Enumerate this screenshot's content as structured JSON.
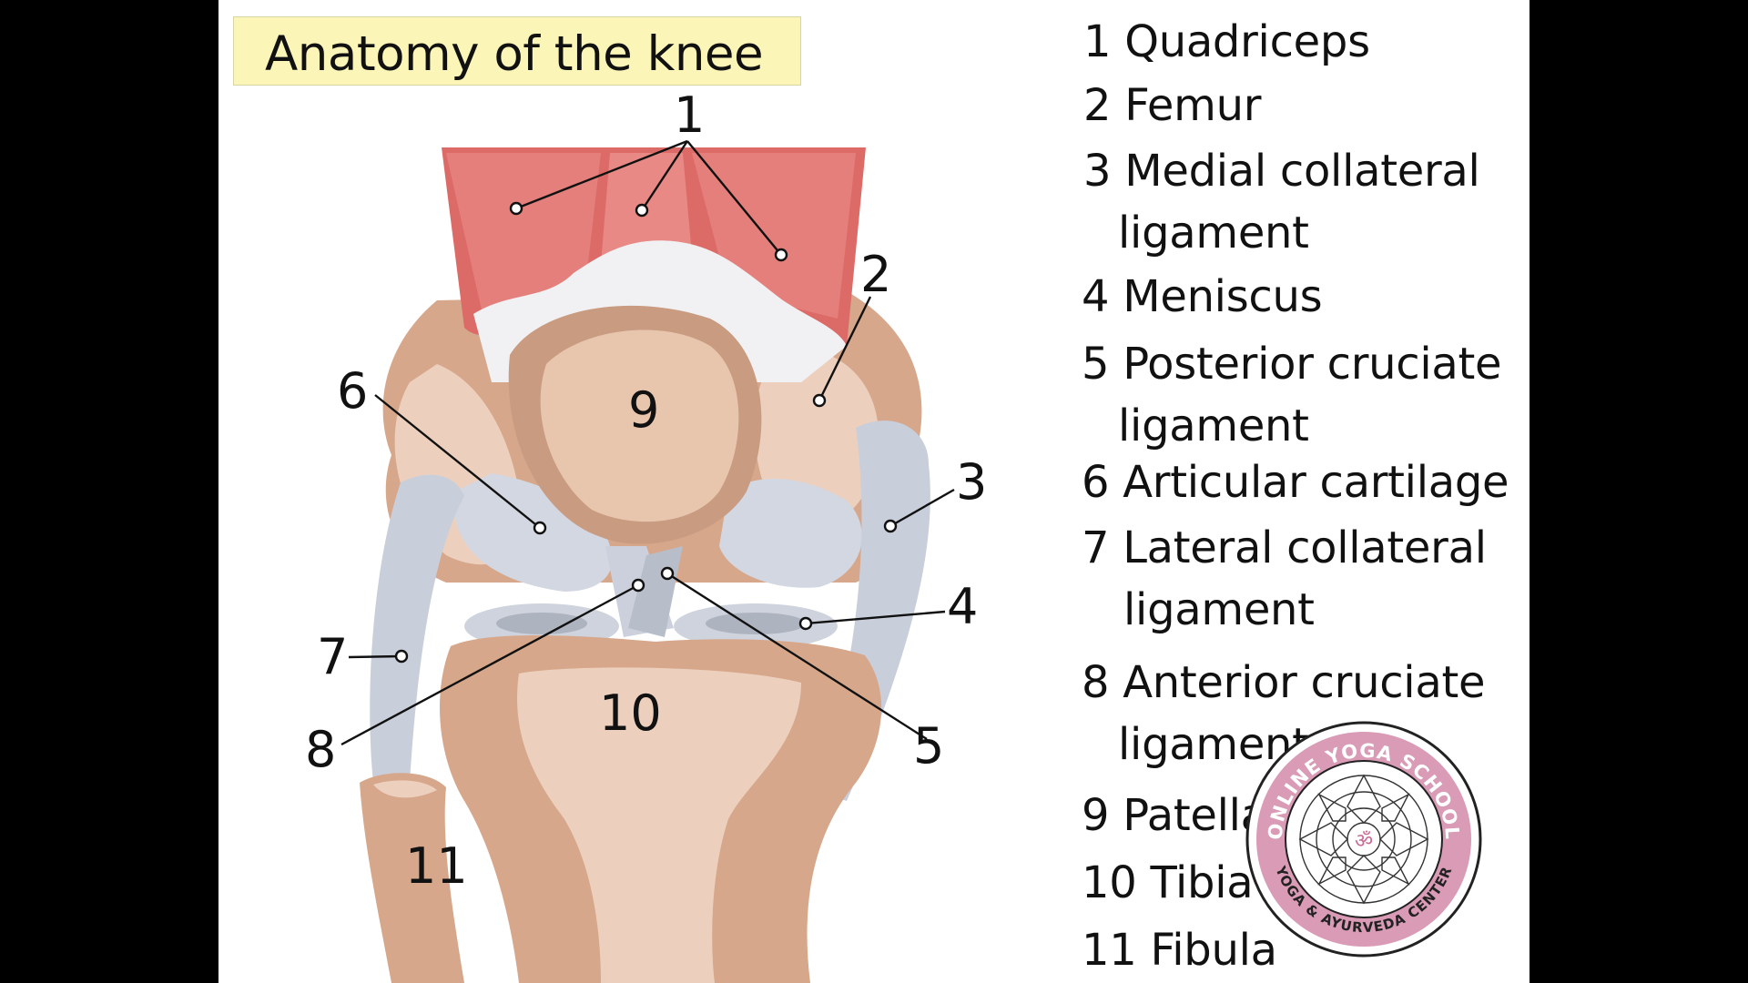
{
  "title": "Anatomy of the knee",
  "diagram_labels": {
    "l1": "1",
    "l2": "2",
    "l3": "3",
    "l4": "4",
    "l5": "5",
    "l6": "6",
    "l7": "7",
    "l8": "8",
    "l9": "9",
    "l10": "10",
    "l11": "11"
  },
  "legend": [
    {
      "num": "1",
      "text": "Quadriceps"
    },
    {
      "num": "2",
      "text": "Femur"
    },
    {
      "num": "3",
      "text": "Medial collateral",
      "text2": "ligament"
    },
    {
      "num": "4",
      "text": "Meniscus"
    },
    {
      "num": "5",
      "text": "Posterior cruciate",
      "text2": "ligament"
    },
    {
      "num": "6",
      "text": "Articular cartilage"
    },
    {
      "num": "7",
      "text": "Lateral collateral",
      "text2": "ligament"
    },
    {
      "num": "8",
      "text": "Anterior cruciate",
      "text2": "ligament"
    },
    {
      "num": "9",
      "text": "Patella"
    },
    {
      "num": "10",
      "text": "Tibia"
    },
    {
      "num": "11",
      "text": "Fibula"
    }
  ],
  "logo": {
    "top_text": "ONLINE YOGA SCHOOL",
    "bottom_text": "YOGA & AYURVEDA CENTER",
    "ring_color": "#d99bb5"
  },
  "colors": {
    "muscle": "#dc6b68",
    "bone": "#e6bfa3",
    "bone_dark": "#b98a72",
    "ligament": "#d3d7e2",
    "cartilage_white": "#f2f2f4",
    "title_bg": "#fbf6b8"
  }
}
